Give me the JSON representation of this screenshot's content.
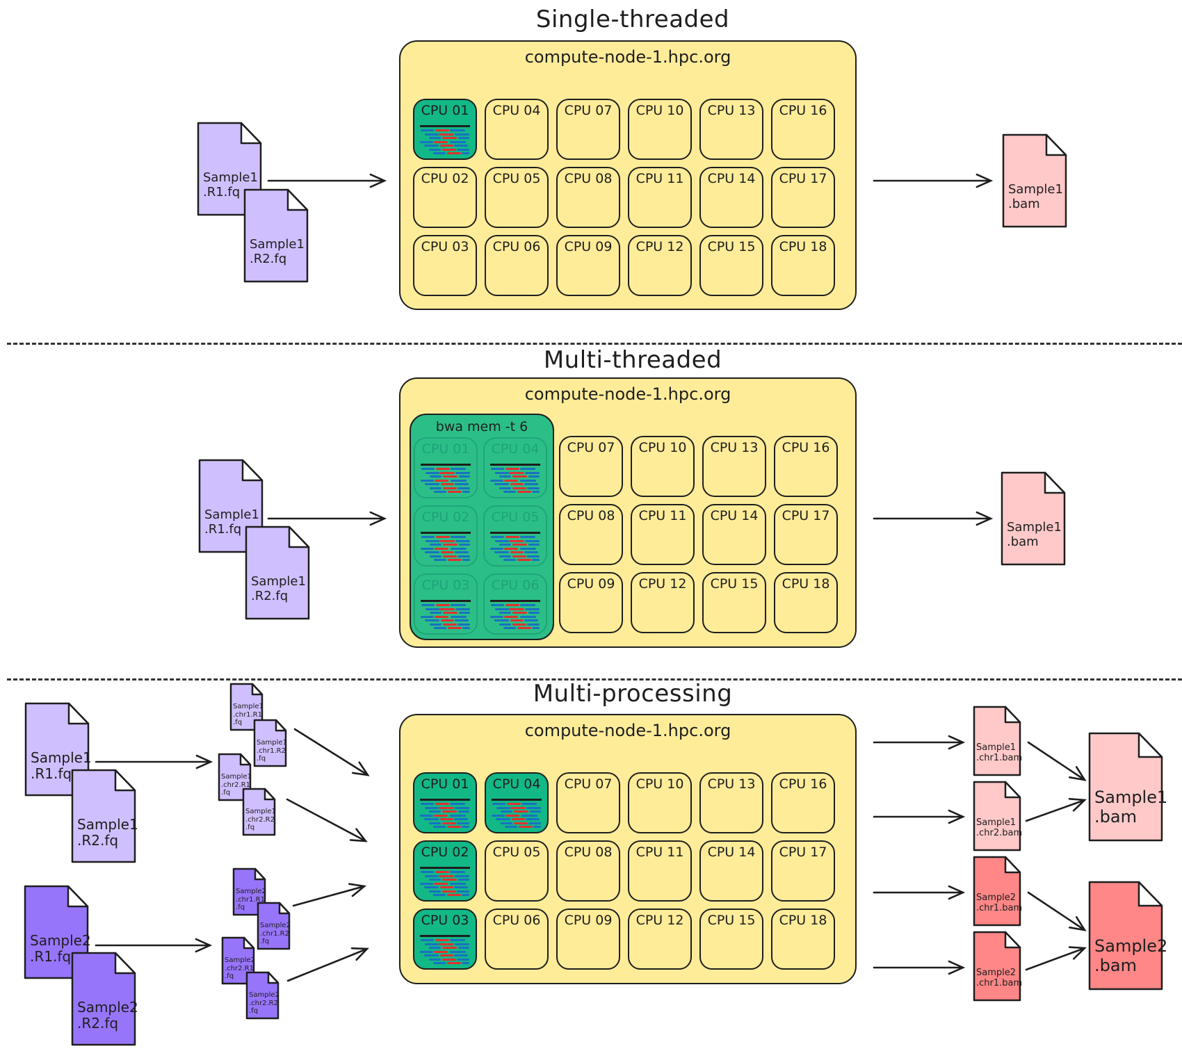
{
  "colors": {
    "node_fill": "#ffec99",
    "cpu_busy": "#12b886",
    "group_fill": "#2bbf87",
    "fastq_sample1": "#d0bfff",
    "fastq_sample2": "#9775fa",
    "bam_sample1": "#ffc9c9",
    "bam_sample2": "#ff8787",
    "read_blue": "#1971c2",
    "read_red": "#e03131"
  },
  "sections": [
    {
      "title": "Single-threaded",
      "node_label": "compute-node-1.hpc.org",
      "cpus": [
        "CPU 01",
        "CPU 04",
        "CPU 07",
        "CPU 10",
        "CPU 13",
        "CPU 16",
        "CPU 02",
        "CPU 05",
        "CPU 08",
        "CPU 11",
        "CPU 14",
        "CPU 17",
        "CPU 03",
        "CPU 06",
        "CPU 09",
        "CPU 12",
        "CPU 15",
        "CPU 18"
      ],
      "busy_cpus": [
        "CPU 01"
      ],
      "inputs": [
        {
          "line1": "Sample1",
          "line2": ".R1.fq"
        },
        {
          "line1": "Sample1",
          "line2": ".R2.fq"
        }
      ],
      "output": {
        "line1": "Sample1",
        "line2": ".bam"
      }
    },
    {
      "title": "Multi-threaded",
      "node_label": "compute-node-1.hpc.org",
      "group_label": "bwa mem -t 6",
      "group_cpus": [
        "CPU 01",
        "CPU 04",
        "CPU 02",
        "CPU 05",
        "CPU 03",
        "CPU 06"
      ],
      "cpus": [
        "CPU 07",
        "CPU 10",
        "CPU 13",
        "CPU 16",
        "CPU 08",
        "CPU 11",
        "CPU 14",
        "CPU 17",
        "CPU 09",
        "CPU 12",
        "CPU 15",
        "CPU 18"
      ],
      "inputs": [
        {
          "line1": "Sample1",
          "line2": ".R1.fq"
        },
        {
          "line1": "Sample1",
          "line2": ".R2.fq"
        }
      ],
      "output": {
        "line1": "Sample1",
        "line2": ".bam"
      }
    },
    {
      "title": "Multi-processing",
      "node_label": "compute-node-1.hpc.org",
      "cpus": [
        "CPU 01",
        "CPU 04",
        "CPU 07",
        "CPU 10",
        "CPU 13",
        "CPU 16",
        "CPU 02",
        "CPU 05",
        "CPU 08",
        "CPU 11",
        "CPU 14",
        "CPU 17",
        "CPU 03",
        "CPU 06",
        "CPU 09",
        "CPU 12",
        "CPU 15",
        "CPU 18"
      ],
      "busy_cpus": [
        "CPU 01",
        "CPU 04",
        "CPU 02",
        "CPU 03"
      ],
      "inputs": [
        {
          "line1": "Sample1",
          "line2": ".R1.fq"
        },
        {
          "line1": "Sample1",
          "line2": ".R2.fq"
        },
        {
          "line1": "Sample2",
          "line2": ".R1.fq"
        },
        {
          "line1": "Sample2",
          "line2": ".R2.fq"
        }
      ],
      "split_files": [
        {
          "line1": "Sample1",
          "line2": ".chr1.R1",
          "line3": ".fq"
        },
        {
          "line1": "Sample1",
          "line2": ".chr1.R2",
          "line3": ".fq"
        },
        {
          "line1": "Sample1",
          "line2": ".chr2.R1",
          "line3": ".fq"
        },
        {
          "line1": "Sample1",
          "line2": ".chr2.R2",
          "line3": ".fq"
        },
        {
          "line1": "Sample2",
          "line2": ".chr1.R1",
          "line3": ".fq"
        },
        {
          "line1": "Sample2",
          "line2": ".chr1.R2",
          "line3": ".fq"
        },
        {
          "line1": "Sample2",
          "line2": ".chr2.R1",
          "line3": ".fq"
        },
        {
          "line1": "Sample2",
          "line2": ".chr2.R2",
          "line3": ".fq"
        }
      ],
      "partial_bams": [
        {
          "line1": "Sample1",
          "line2": ".chr1.bam"
        },
        {
          "line1": "Sample1",
          "line2": ".chr2.bam"
        },
        {
          "line1": "Sample2",
          "line2": ".chr1.bam"
        },
        {
          "line1": "Sample2",
          "line2": ".chr1.bam"
        }
      ],
      "outputs": [
        {
          "line1": "Sample1",
          "line2": ".bam"
        },
        {
          "line1": "Sample2",
          "line2": ".bam"
        }
      ]
    }
  ]
}
